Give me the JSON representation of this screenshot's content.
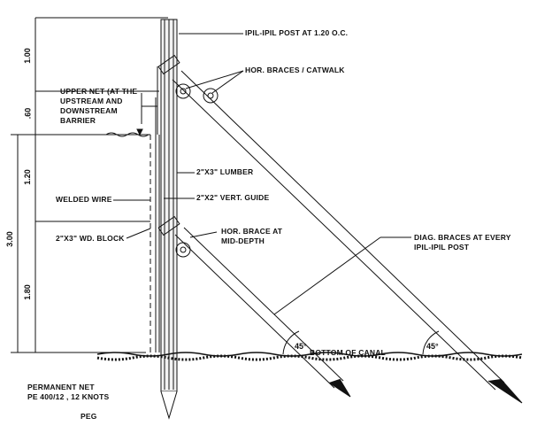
{
  "drawing": {
    "labels": {
      "post": "IPIL-IPIL POST AT 1.20 O.C.",
      "hor_braces": "HOR. BRACES / CATWALK",
      "upper_net_1": "UPPER NET (AT THE",
      "upper_net_2": "UPSTREAM AND",
      "upper_net_3": "DOWNSTREAM",
      "upper_net_4": "BARRIER",
      "lumber": "2\"X3\" LUMBER",
      "vert_guide": "2\"X2\" VERT. GUIDE",
      "welded_wire": "WELDED WIRE",
      "wd_block": "2\"X3\" WD. BLOCK",
      "mid_brace_1": "HOR. BRACE AT",
      "mid_brace_2": "MID-DEPTH",
      "diag_1": "DIAG. BRACES AT EVERY",
      "diag_2": "IPIL-IPIL POST",
      "bottom": "BOTTOM OF CANAL",
      "perm_net_1": "PERMANENT NET",
      "perm_net_2": "PE 400/12 , 12 KNOTS",
      "peg": "PEG"
    },
    "dimensions": {
      "d1": "1.00",
      "d2": ".60",
      "d3": "1.20",
      "d4": "1.80",
      "total": "3.00"
    },
    "angles": {
      "a1": "45°",
      "a2": "45°"
    }
  }
}
